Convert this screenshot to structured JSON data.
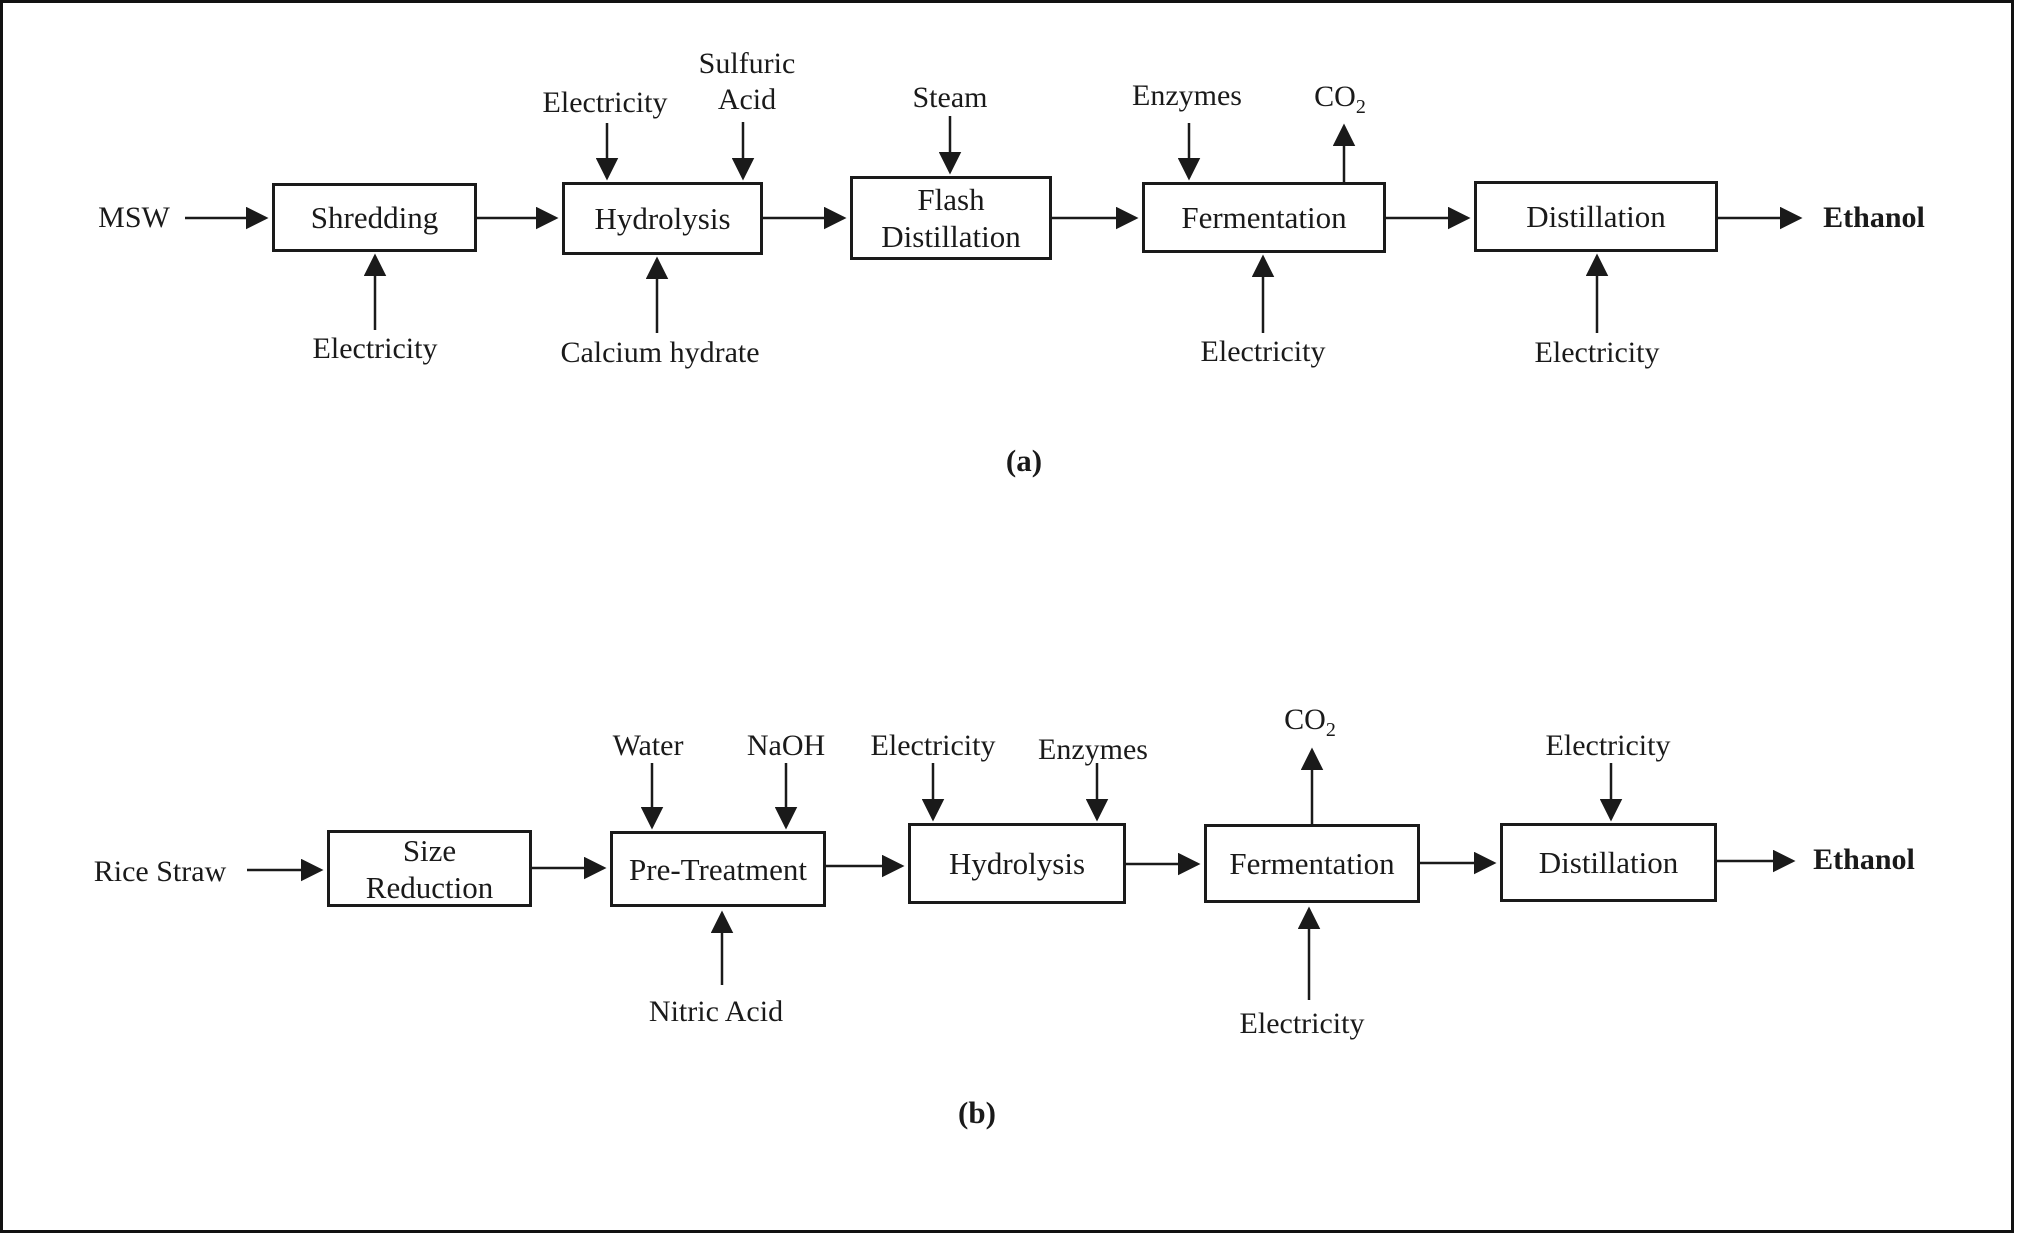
{
  "canvas": {
    "background": "#ffffff",
    "ink": "#1a1a1a"
  },
  "diagram_a": {
    "caption": "(a)",
    "feedstock": "MSW",
    "product": "Ethanol",
    "boxes": {
      "shredding": "Shredding",
      "hydrolysis": "Hydrolysis",
      "flash_distillation": "Flash Distillation",
      "fermentation": "Fermentation",
      "distillation": "Distillation"
    },
    "inputs": {
      "electricity_hydrolysis": "Electricity",
      "sulfuric_acid": "Sulfuric Acid",
      "steam": "Steam",
      "enzymes": "Enzymes",
      "electricity_shredding": "Electricity",
      "calcium_hydrate": "Calcium hydrate",
      "electricity_fermentation": "Electricity",
      "electricity_distillation": "Electricity"
    },
    "outputs": {
      "co2_base": "CO",
      "co2_subscript": "2"
    }
  },
  "diagram_b": {
    "caption": "(b)",
    "feedstock": "Rice Straw",
    "product": "Ethanol",
    "boxes": {
      "size_reduction": "Size Reduction",
      "pre_treatment": "Pre-Treatment",
      "hydrolysis": "Hydrolysis",
      "fermentation": "Fermentation",
      "distillation": "Distillation"
    },
    "inputs": {
      "water": "Water",
      "naoh": "NaOH",
      "electricity_hydrolysis": "Electricity",
      "enzymes": "Enzymes",
      "nitric_acid": "Nitric Acid",
      "electricity_fermentation": "Electricity",
      "electricity_distillation": "Electricity"
    },
    "outputs": {
      "co2_base": "CO",
      "co2_subscript": "2"
    }
  }
}
